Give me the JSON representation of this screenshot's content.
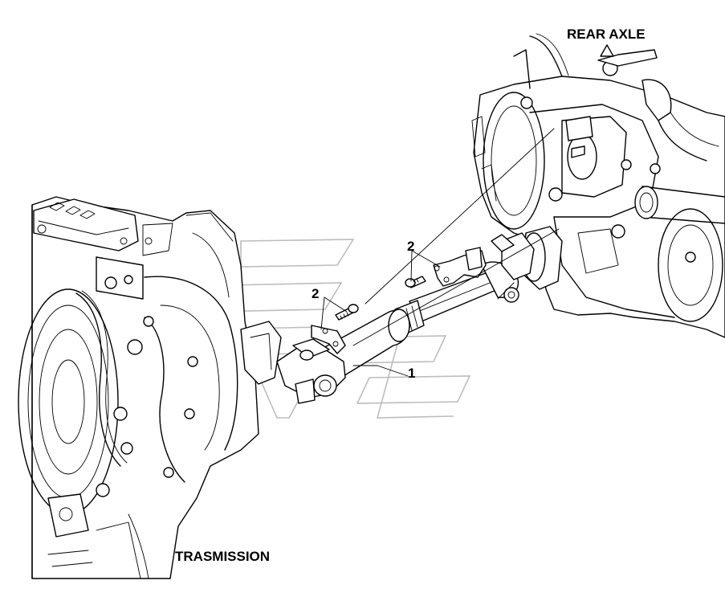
{
  "labels": {
    "rear_axle": "REAR AXLE",
    "transmission": "TRASMISSION"
  },
  "callouts": {
    "driveshaft": "1",
    "clamp_left": "2",
    "clamp_right": "2"
  }
}
